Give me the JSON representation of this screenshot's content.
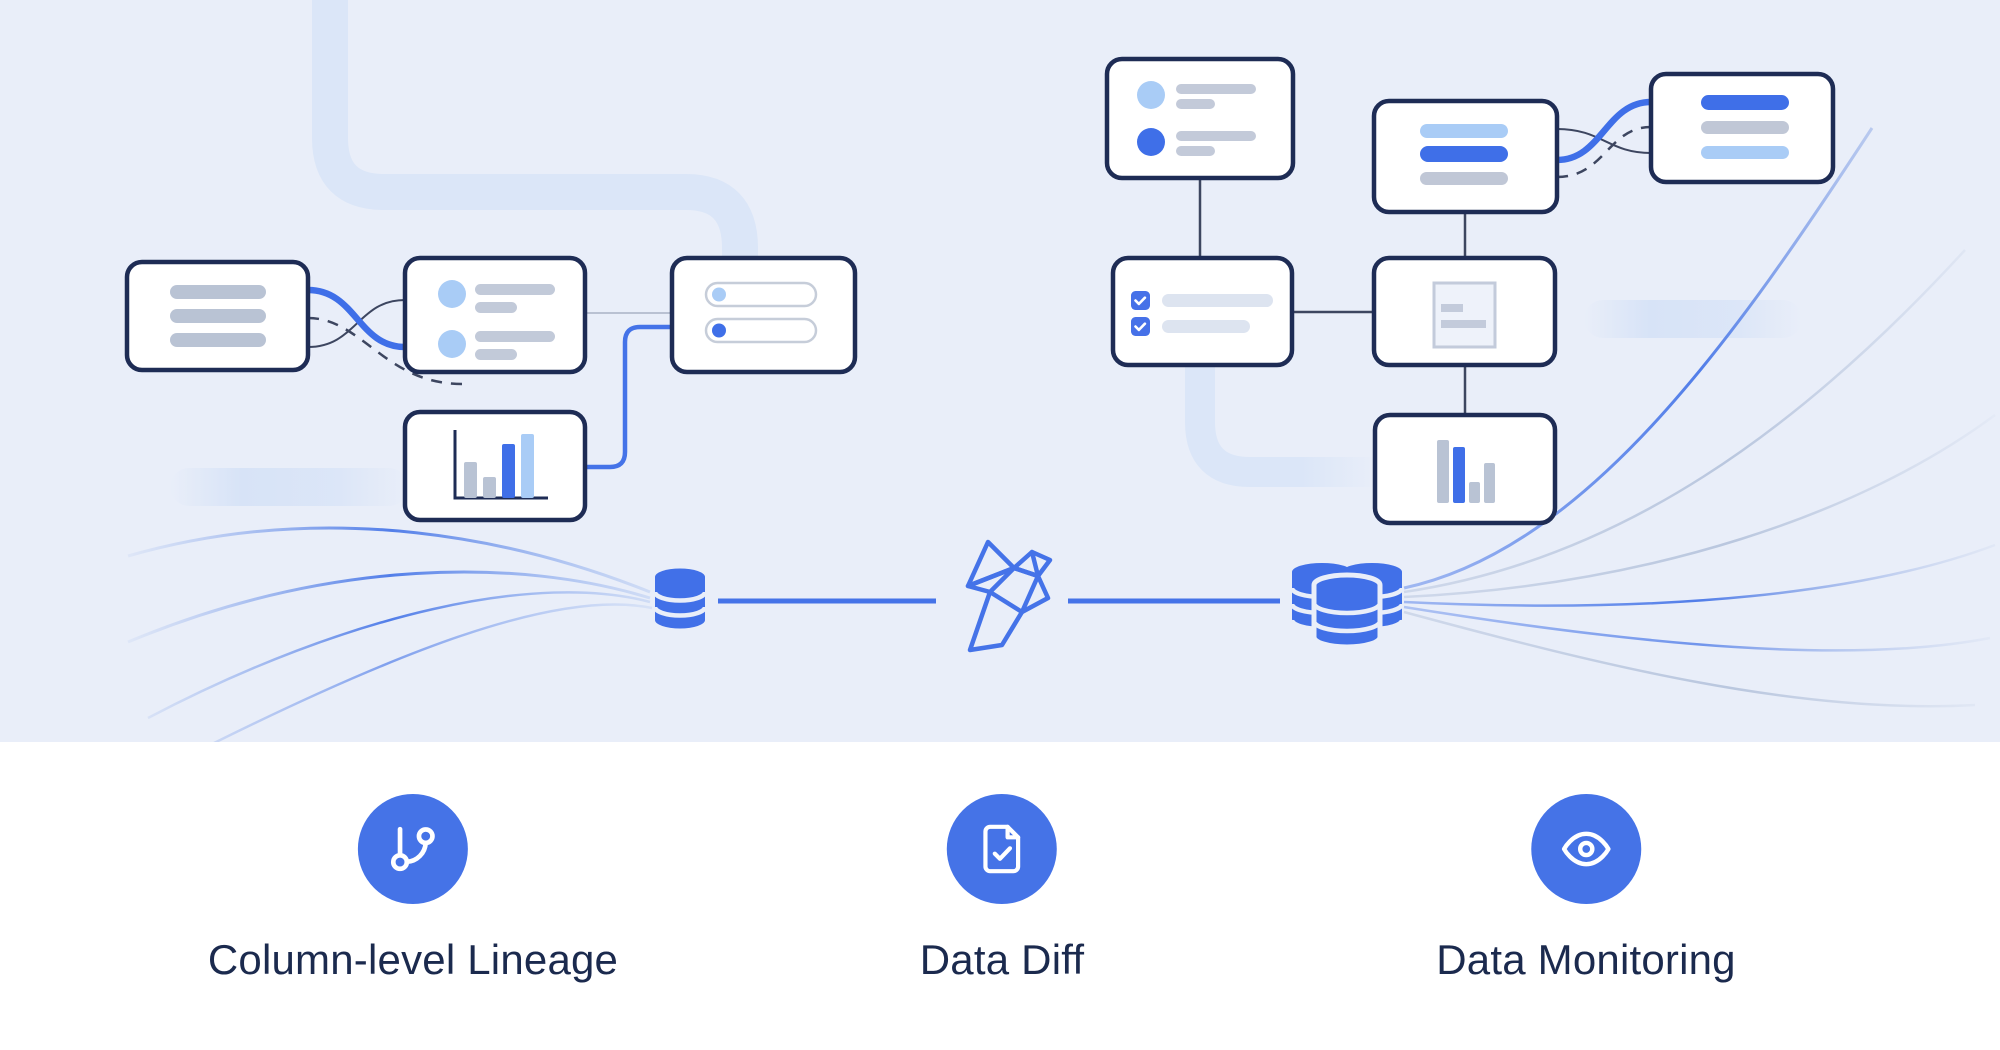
{
  "colors": {
    "hero_background": "#e9eef9",
    "card_background": "#ffffff",
    "card_border_navy": "#1e2c55",
    "accent_blue": "#3f6fe8",
    "light_blue": "#a9ccf6",
    "gray_bar": "#c0c8d8",
    "pale_bar": "#dde4f0",
    "pipe_blue": "#dbe6f8",
    "feature_circle_blue": "#4573e7",
    "label_navy": "#1b2a4e"
  },
  "hero": {
    "left_diagram": {
      "nodes": [
        "text-list-card",
        "avatar-list-card",
        "toggle-list-card",
        "bar-chart-card"
      ],
      "connectors": [
        "blue-s-curve",
        "thin-dark-s-curve",
        "dashed-curve",
        "blue-elbow-connector",
        "gray-straight-connector"
      ]
    },
    "right_diagram": {
      "nodes": [
        "avatar-list-card",
        "bars-card",
        "bars-card",
        "checklist-card",
        "document-card",
        "bar-chart-card"
      ],
      "connectors": [
        "straight-connectors",
        "blue-s-curve",
        "thin-dark-s-curve",
        "dashed-curve"
      ]
    },
    "center_flow": {
      "icons": [
        "database-icon",
        "origami-bird-logo",
        "database-cluster-icon"
      ]
    },
    "decorations": [
      "soft-pipe-top-left",
      "soft-pipe-right",
      "soft-bar-left",
      "soft-bar-right",
      "fan-curves-left",
      "fan-curves-right"
    ]
  },
  "features": [
    {
      "label": "Column-level Lineage",
      "icon": "git-branch-icon"
    },
    {
      "label": "Data Diff",
      "icon": "document-check-icon"
    },
    {
      "label": "Data Monitoring",
      "icon": "eye-icon"
    }
  ]
}
